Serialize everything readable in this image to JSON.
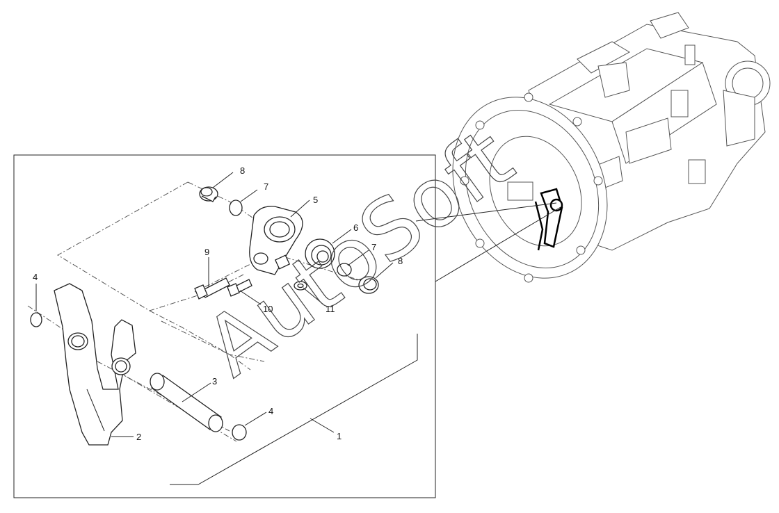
{
  "watermark": "AutoSoft",
  "callouts": [
    {
      "id": "c1",
      "text": "1"
    },
    {
      "id": "c2",
      "text": "2"
    },
    {
      "id": "c3",
      "text": "3"
    },
    {
      "id": "c4a",
      "text": "4"
    },
    {
      "id": "c4b",
      "text": "4"
    },
    {
      "id": "c5",
      "text": "5"
    },
    {
      "id": "c6",
      "text": "6"
    },
    {
      "id": "c7a",
      "text": "7"
    },
    {
      "id": "c7b",
      "text": "7"
    },
    {
      "id": "c8a",
      "text": "8"
    },
    {
      "id": "c8b",
      "text": "8"
    },
    {
      "id": "c9",
      "text": "9"
    },
    {
      "id": "c10",
      "text": "10"
    },
    {
      "id": "c11",
      "text": "11"
    }
  ],
  "colors": {
    "line": "#222222",
    "background": "#ffffff"
  }
}
